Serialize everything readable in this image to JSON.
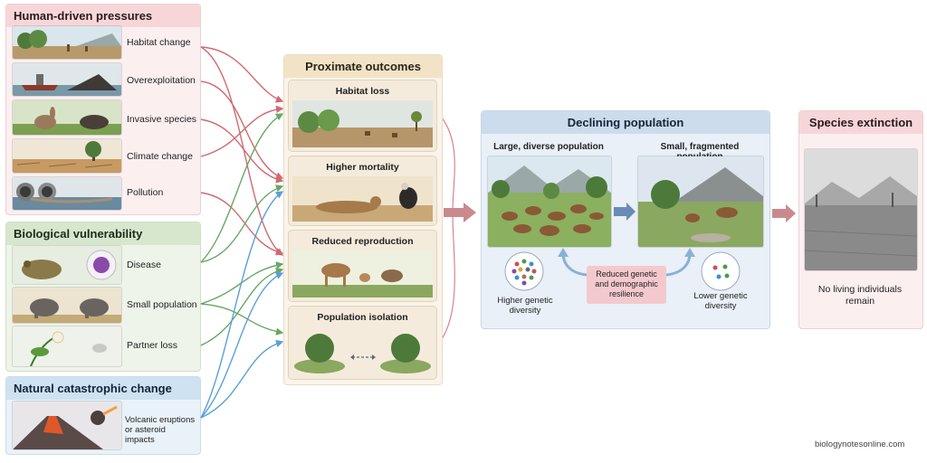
{
  "human": {
    "title": "Human-driven pressures",
    "items": [
      "Habitat change",
      "Overexploitation",
      "Invasive species",
      "Climate change",
      "Pollution"
    ]
  },
  "biological": {
    "title": "Biological vulnerability",
    "items": [
      "Disease",
      "Small population",
      "Partner loss"
    ]
  },
  "natural": {
    "title": "Natural catastrophic change",
    "item": "Volcanic eruptions or asteroid impacts"
  },
  "proximate": {
    "title": "Proximate outcomes",
    "items": [
      "Habitat loss",
      "Higher mortality",
      "Reduced reproduction",
      "Population isolation"
    ]
  },
  "declining": {
    "title": "Declining population",
    "large": "Large, diverse population",
    "small": "Small, fragmented population",
    "reduced": "Reduced genetic and demographic resilience",
    "higher": "Higher genetic diversity",
    "lower": "Lower genetic diversity"
  },
  "extinction": {
    "title": "Species extinction",
    "caption": "No living individuals remain"
  },
  "credit": "biologynotesonline.com",
  "colors": {
    "human": "#c8505a",
    "biological": "#4e9a4a",
    "natural": "#3f8fcf",
    "proximate": "#c8a566"
  }
}
